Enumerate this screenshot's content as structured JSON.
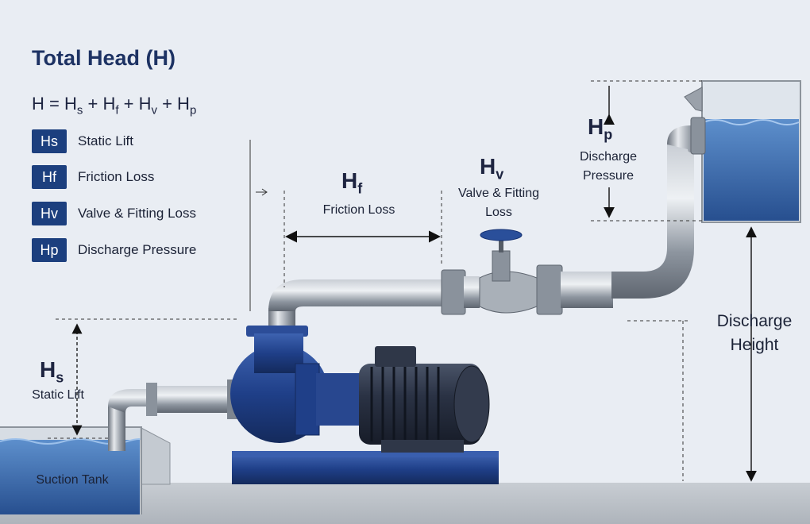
{
  "title": "Total Head (H)",
  "formula": {
    "lhs": "H = ",
    "terms": [
      {
        "base": "H",
        "sub": "s"
      },
      {
        "base": "H",
        "sub": "f"
      },
      {
        "base": "H",
        "sub": "v"
      },
      {
        "base": "H",
        "sub": "p"
      }
    ],
    "operator": " + "
  },
  "legend": [
    {
      "badge": "Hs",
      "label": "Static Lift"
    },
    {
      "badge": "Hf",
      "label": "Friction Loss"
    },
    {
      "badge": "Hv",
      "label": "Valve & Fitting Loss"
    },
    {
      "badge": "Hp",
      "label": "Discharge Pressure"
    }
  ],
  "annotations": {
    "hs": {
      "base": "H",
      "sub": "s",
      "label": "Static Lift"
    },
    "hf": {
      "base": "H",
      "sub": "f",
      "label": "Friction Loss"
    },
    "hv": {
      "base": "H",
      "sub": "v",
      "label_line1": "Valve & Fitting",
      "label_line2": "Loss"
    },
    "hp": {
      "base": "H",
      "sub": "p",
      "label_line1": "Discharge",
      "label_line2": "Pressure"
    },
    "discharge_height": {
      "line1": "Discharge",
      "line2": "Height"
    },
    "suction_tank": "Suction Tank"
  },
  "colors": {
    "badge": "#1c3f7e",
    "pump_blue": "#23458f",
    "pipe_steel": "#9aa3ad",
    "water": "#4a7fc0",
    "background": "#e9edf3"
  }
}
